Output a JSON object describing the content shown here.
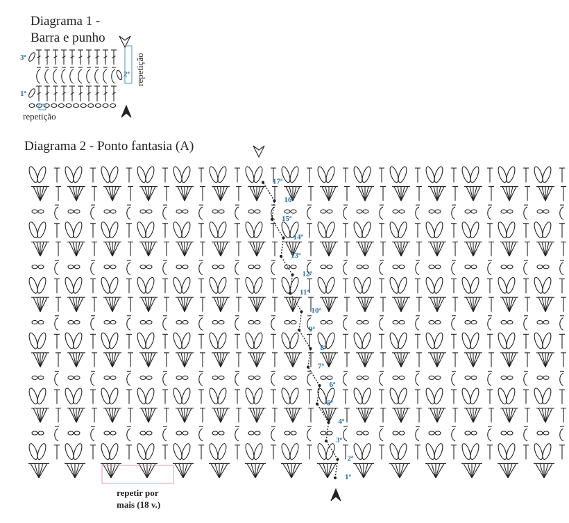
{
  "diagram1": {
    "title_line1": "Diagrama 1 -",
    "title_line2": "Barra e punho",
    "row_labels": [
      "3ª",
      "2ª",
      "1ª"
    ],
    "side_label": "repetição",
    "bottom_label": "repetição"
  },
  "diagram2": {
    "title": "Diagrama 2 - Ponto fantasia (A)",
    "row_labels": [
      "17ª",
      "16ª",
      "15ª",
      "14ª",
      "13ª",
      "12ª",
      "11ª",
      "10ª",
      "9ª",
      "8ª",
      "7ª",
      "6ª",
      "5ª",
      "4ª",
      "3ª",
      "2ª",
      "1ª"
    ],
    "repeat_caption_line1": "repetir por",
    "repeat_caption_line2": "mais (18 v.)"
  },
  "colors": {
    "ink": "#222222",
    "label": "#2a6fa8",
    "repeat_box_1": "#4a90c8",
    "repeat_box_2": "#e59ab2"
  },
  "icons": [
    "start-arrow-icon",
    "end-arrow-icon"
  ]
}
